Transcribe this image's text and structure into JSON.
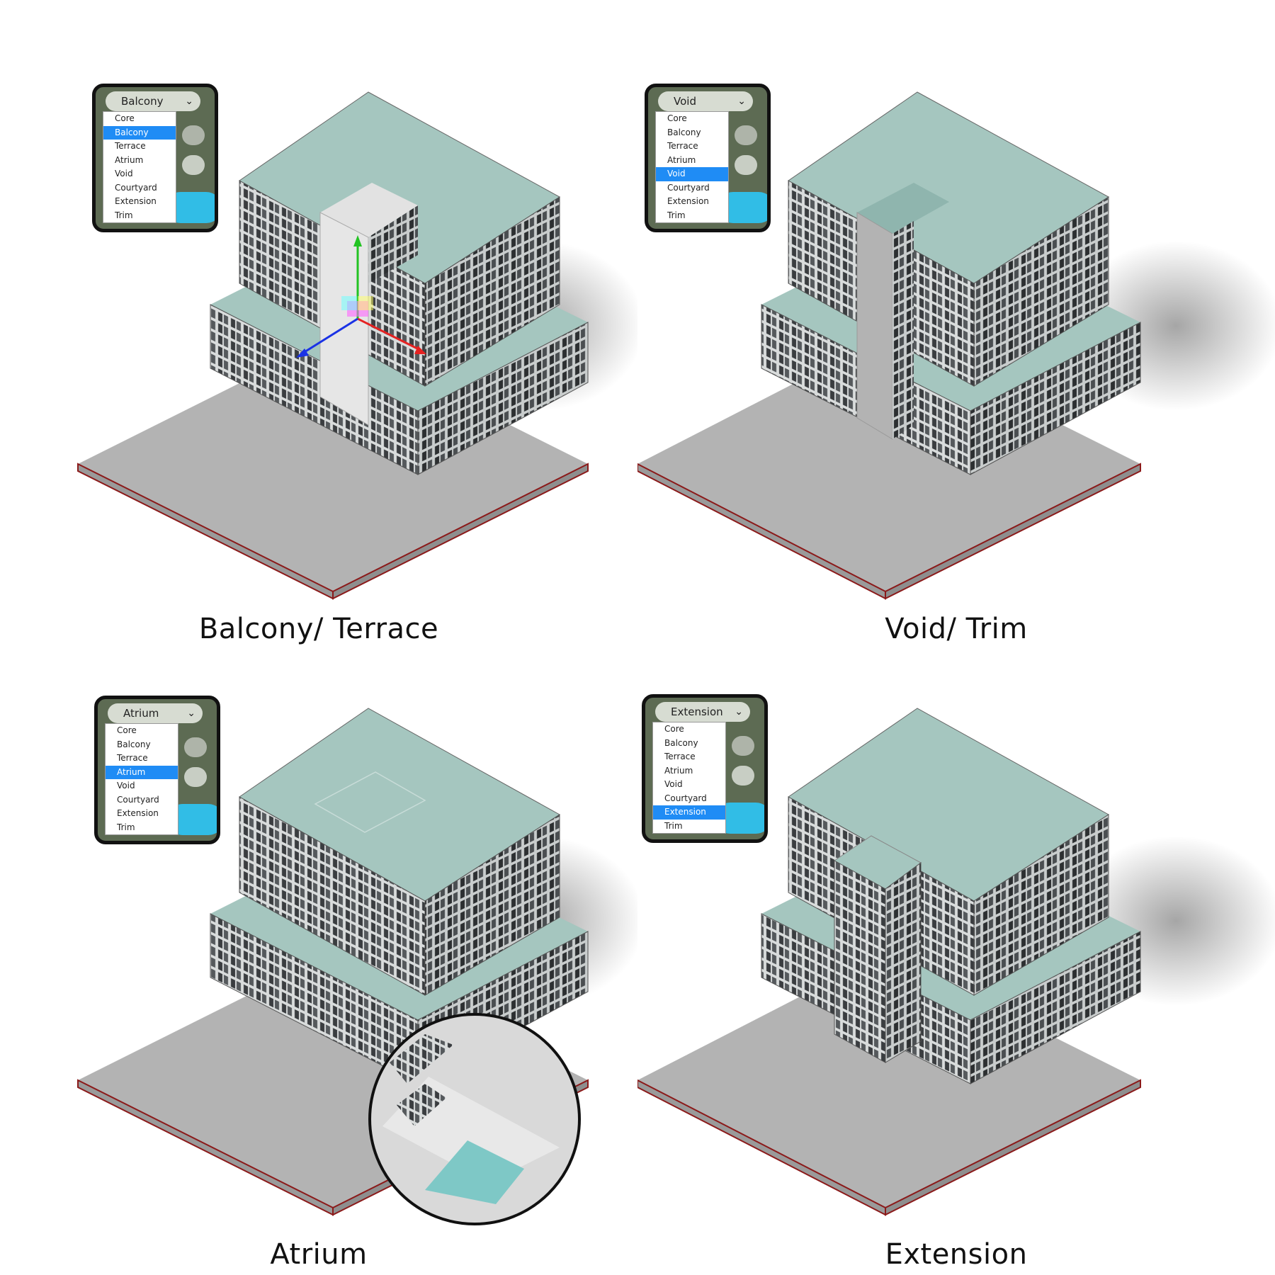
{
  "options": [
    "Core",
    "Balcony",
    "Terrace",
    "Atrium",
    "Void",
    "Courtyard",
    "Extension",
    "Trim"
  ],
  "colors": {
    "roof": "#a5c6bf",
    "ground": "#b3b3b3",
    "site_edge": "#8b1a1a",
    "highlight": "#1f8cf5",
    "submit_button": "#31bde6"
  },
  "panels": [
    {
      "caption": "Balcony/ Terrace",
      "selected": "Balcony",
      "selected_index": 1
    },
    {
      "caption": "Void/ Trim",
      "selected": "Void",
      "selected_index": 4
    },
    {
      "caption": "Atrium",
      "selected": "Atrium",
      "selected_index": 3
    },
    {
      "caption": "Extension",
      "selected": "Extension",
      "selected_index": 6
    }
  ]
}
